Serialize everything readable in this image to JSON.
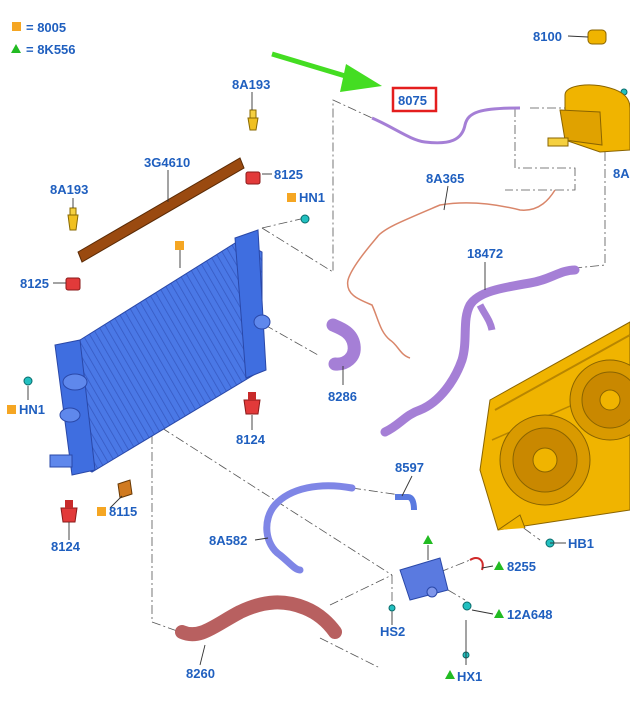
{
  "legend": [
    {
      "symbol": "square",
      "text": "= 8005"
    },
    {
      "symbol": "triangle",
      "text": "= 8K556"
    }
  ],
  "parts": {
    "p8100": "8100",
    "p8075": "8075",
    "p8A193_top": "8A193",
    "p3G4610": "3G4610",
    "p8125_top": "8125",
    "pHN1_top": "HN1",
    "p8A193_left": "8A193",
    "p8A365": "8A365",
    "p8A_right": "8A",
    "p18472": "18472",
    "p8125_left": "8125",
    "p8286": "8286",
    "pHN1_left": "HN1",
    "p8124_mid": "8124",
    "p8597": "8597",
    "p8115": "8115",
    "p8124_bottom": "8124",
    "pHB1": "HB1",
    "p8A582": "8A582",
    "p8255": "8255",
    "p12A648": "12A648",
    "pHS2": "HS2",
    "p8260": "8260",
    "pHX1": "HX1"
  },
  "colors": {
    "label": "#1f5fbf",
    "square_marker": "#f5a623",
    "triangle_marker": "#22bb22",
    "callout_box": "#e41e1e",
    "arrow": "#44dd22",
    "radiator": "#3f6ee0",
    "deflector": "#9a4a10",
    "fan_shroud": "#f0b400",
    "hose_purple": "#a57fd6",
    "hose_red": "#b86060",
    "hose_blue": "#7f86e6"
  }
}
